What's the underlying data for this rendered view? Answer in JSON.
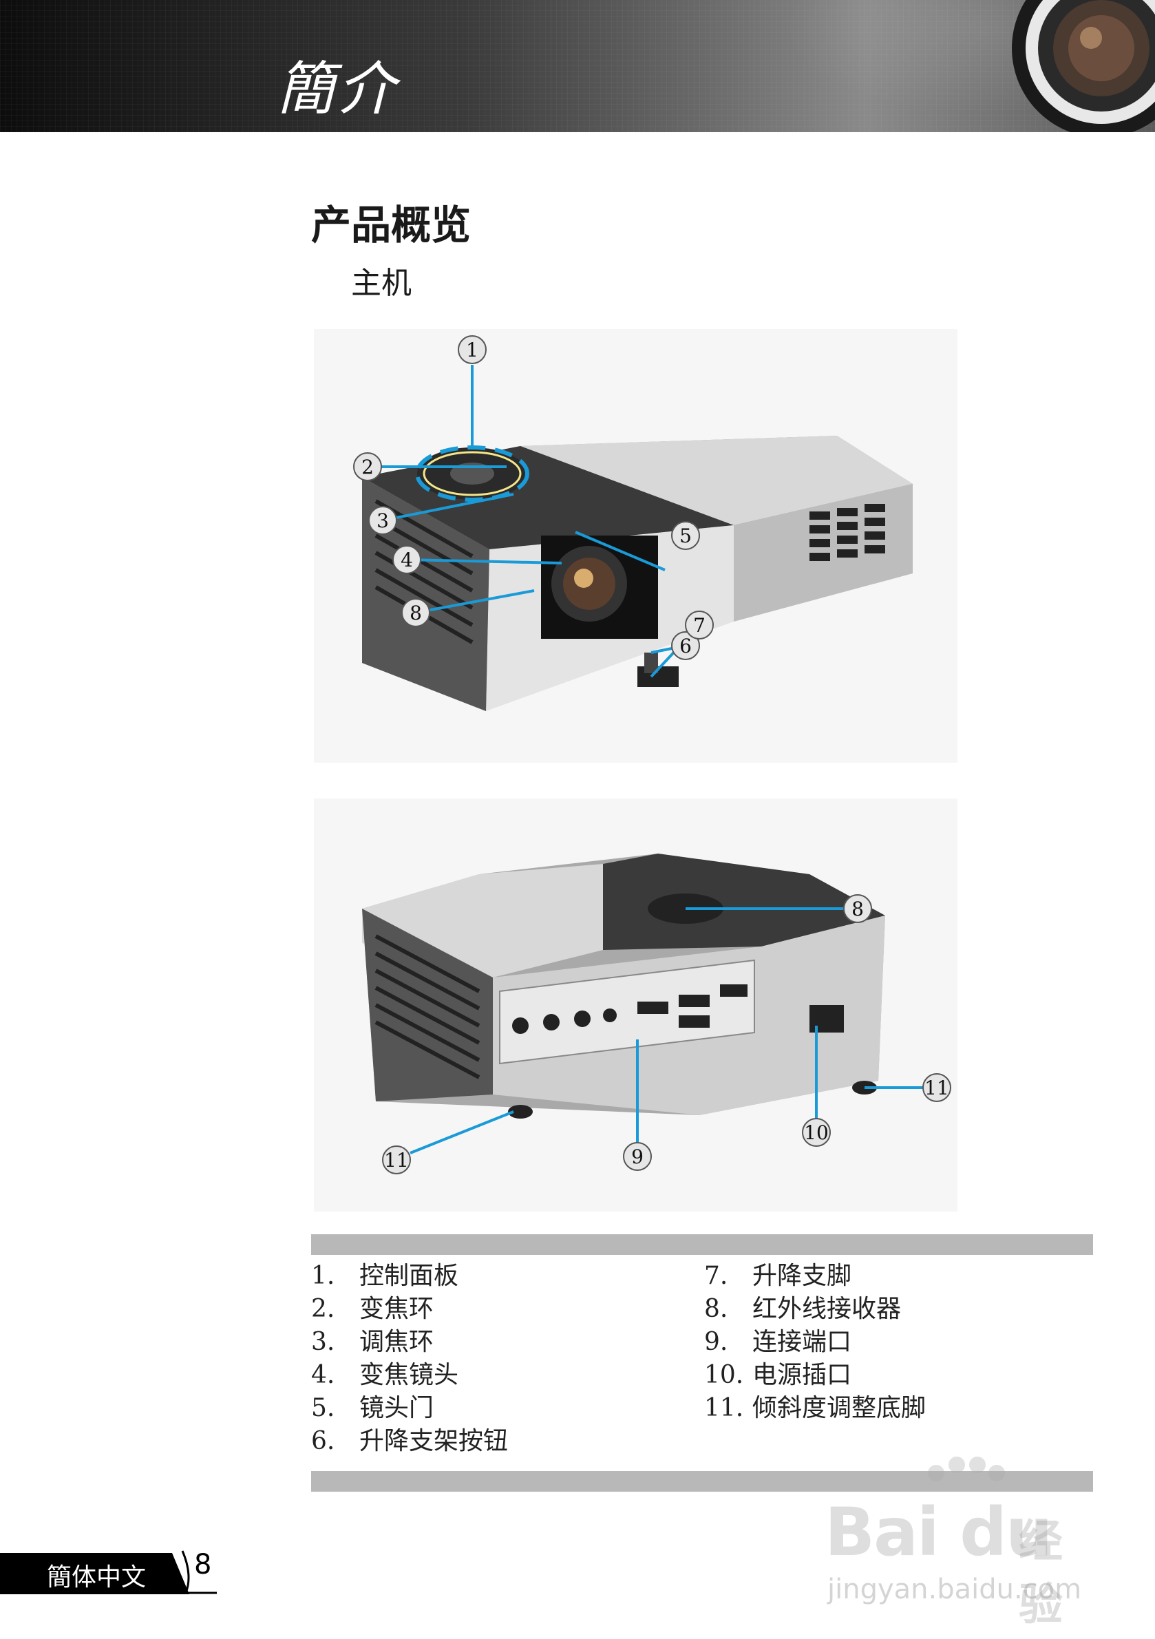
{
  "header": {
    "title": "簡介"
  },
  "section": {
    "title": "产品概览",
    "subtitle": "主机"
  },
  "front_view": {
    "callouts": [
      "1",
      "2",
      "3",
      "4",
      "5",
      "6",
      "7",
      "8"
    ]
  },
  "rear_view": {
    "callouts": [
      "8",
      "11",
      "9",
      "10",
      "11"
    ]
  },
  "legend": {
    "left": [
      {
        "num": "1.",
        "label": "控制面板"
      },
      {
        "num": "2.",
        "label": "变焦环"
      },
      {
        "num": "3.",
        "label": "调焦环"
      },
      {
        "num": "4.",
        "label": "变焦镜头"
      },
      {
        "num": "5.",
        "label": "镜头门"
      },
      {
        "num": "6.",
        "label": "升降支架按钮"
      }
    ],
    "right": [
      {
        "num": "7.",
        "label": "升降支脚"
      },
      {
        "num": "8.",
        "label": "红外线接收器"
      },
      {
        "num": "9.",
        "label": "连接端口"
      },
      {
        "num": "10.",
        "label": "电源插口"
      },
      {
        "num": "11.",
        "label": "倾斜度调整底脚"
      }
    ]
  },
  "footer": {
    "language": "簡体中文",
    "page_number": "8"
  },
  "watermark": {
    "logo": "Bai du",
    "brand": "经验",
    "url": "jingyan.baidu.com"
  },
  "colors": {
    "callout_line": "#1a9ad6",
    "rule_gray": "#b8b8b8",
    "header_dark": "#0d0d0d"
  }
}
